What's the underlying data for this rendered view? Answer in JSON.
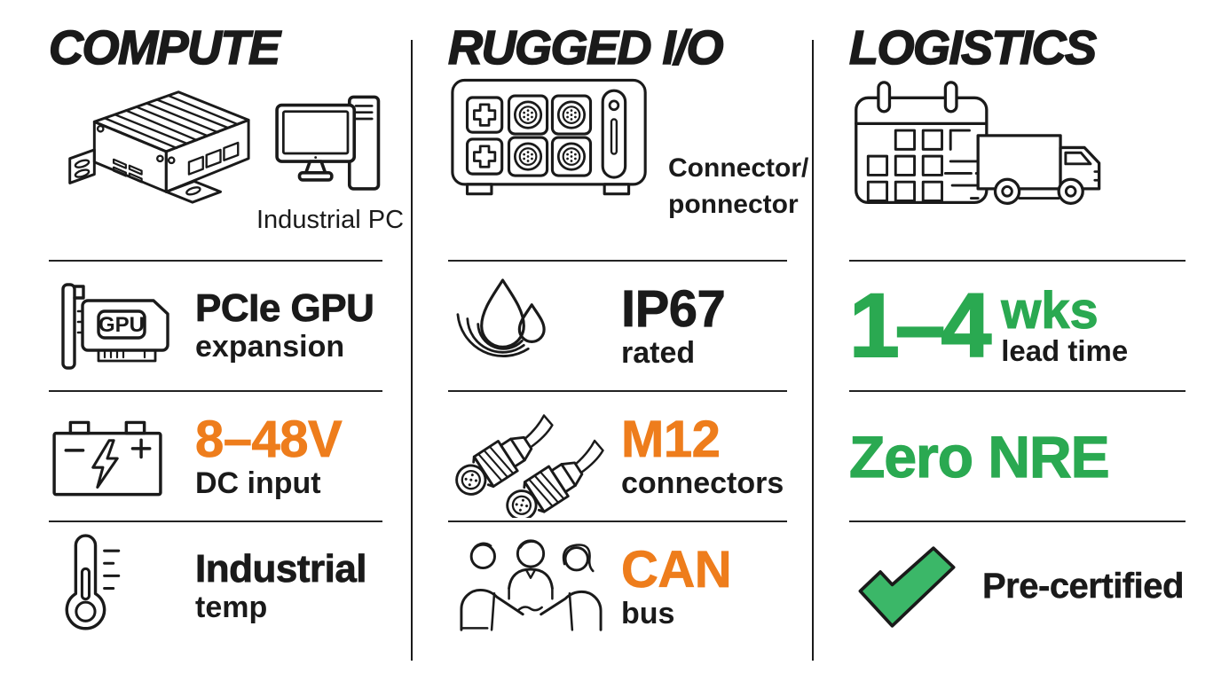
{
  "colors": {
    "ink": "#1a1a1a",
    "orange": "#ee7d1c",
    "green": "#2aa951",
    "check_fill": "#3bb768",
    "divider": "#232323"
  },
  "icons": {
    "gpu_label": "GPU"
  },
  "columns": [
    {
      "title": "COMPUTE",
      "intro": {
        "icon": "industrial-pc-and-desktop",
        "caption": "Industrial PC"
      },
      "features": [
        {
          "icon": "gpu-card",
          "value": "PCIe GPU",
          "label": "expansion"
        },
        {
          "icon": "battery",
          "value": "8–48V",
          "label": "DC input"
        },
        {
          "icon": "thermometer",
          "value": "Industrial",
          "label": "temp"
        }
      ]
    },
    {
      "title": "RUGGED I/O",
      "intro": {
        "icon": "connector-panel",
        "caption_line1": "Connector/",
        "caption_line2": "ponnector"
      },
      "features": [
        {
          "icon": "water-drops",
          "value": "IP67",
          "label": "rated"
        },
        {
          "icon": "m12-connectors",
          "value": "M12",
          "label": "connectors"
        },
        {
          "icon": "handshake-people",
          "value": "CAN",
          "label": "bus"
        }
      ]
    },
    {
      "title": "LOGISTICS",
      "intro": {
        "icon": "calendar-truck"
      },
      "features": [
        {
          "value": "1–4",
          "value_suffix": "wks",
          "label": "lead time"
        },
        {
          "value": "Zero NRE"
        },
        {
          "icon": "checkmark",
          "value": "Pre-certified"
        }
      ]
    }
  ]
}
